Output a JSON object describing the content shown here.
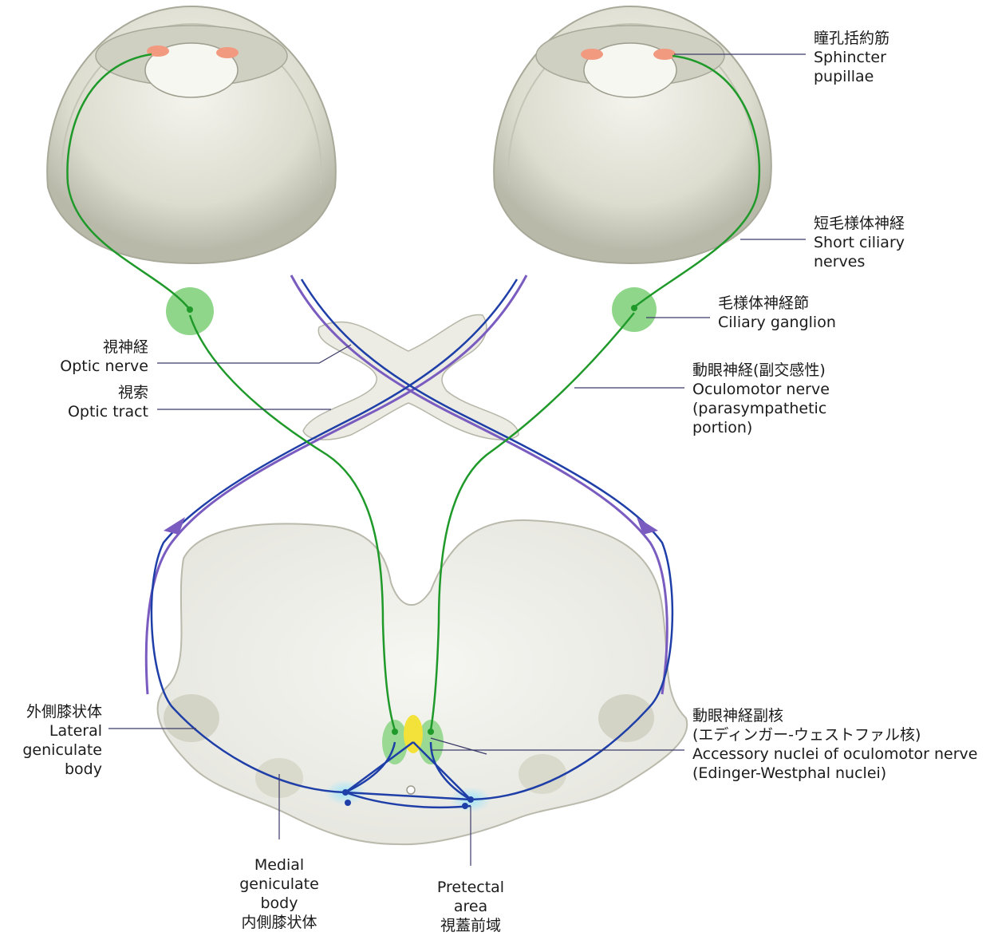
{
  "labels": {
    "sphincter": {
      "jp": "瞳孔括約筋",
      "en1": "Sphincter",
      "en2": "pupillae"
    },
    "short_ciliary": {
      "jp": "短毛様体神経",
      "en1": "Short ciliary",
      "en2": "nerves"
    },
    "ciliary_ganglion": {
      "jp": "毛様体神経節",
      "en1": "Ciliary ganglion"
    },
    "optic_nerve": {
      "jp": "視神経",
      "en1": "Optic nerve"
    },
    "optic_tract": {
      "jp": "視索",
      "en1": "Optic tract"
    },
    "oculomotor": {
      "jp": "動眼神経(副交感性)",
      "en1": "Oculomotor nerve",
      "en2": "(parasympathetic",
      "en3": "portion)"
    },
    "lateral_geniculate": {
      "jp": "外側膝状体",
      "en1": "Lateral",
      "en2": "geniculate",
      "en3": "body"
    },
    "accessory_nuclei": {
      "jp": "動眼神経副核",
      "jp2": "(エディンガー-ウェストファル核)",
      "en1": "Accessory nuclei of oculomotor nerve",
      "en2": "(Edinger-Westphal nuclei)"
    },
    "medial_geniculate": {
      "en1": "Medial",
      "en2": "geniculate",
      "en3": "body",
      "jp": "内側膝状体"
    },
    "pretectal": {
      "en1": "Pretectal",
      "en2": "area",
      "jp": "視蓋前域"
    }
  },
  "colors": {
    "parasympathetic_green": "#1f9a2a",
    "afferent_blue": "#1f3fa8",
    "tract_purple": "#7a5cc0",
    "ganglion_fill": "#8fd68a",
    "pretectal_fill": "#6fd0ef",
    "ew_nucleus": "#f3e23a",
    "sphincter_fill": "#f29a80"
  }
}
